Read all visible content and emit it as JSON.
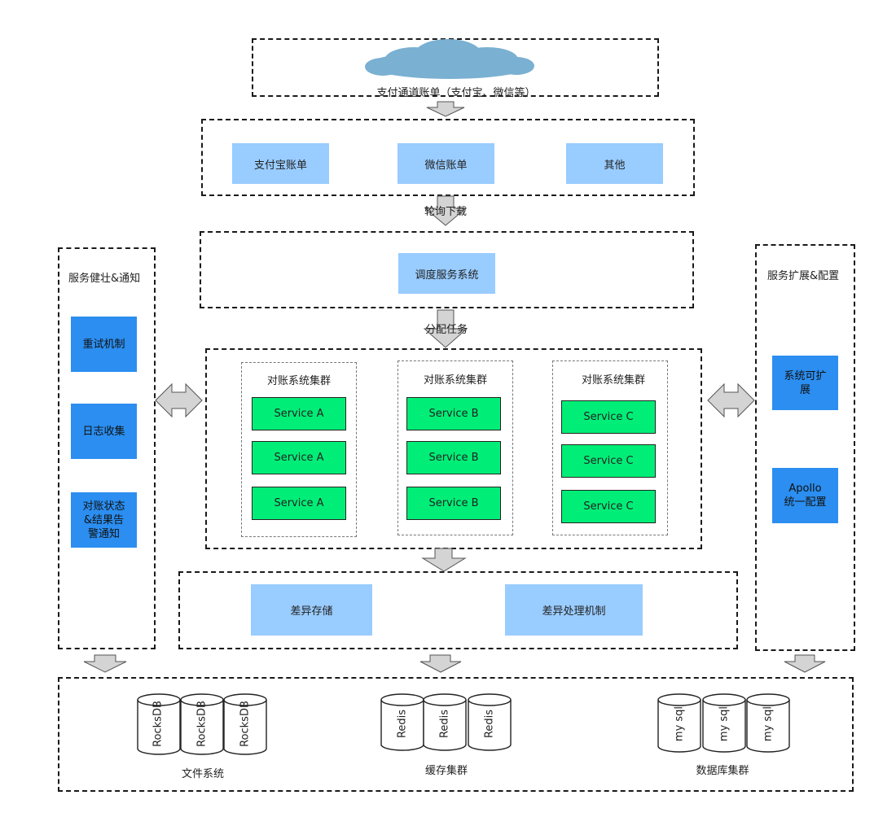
{
  "top": {
    "channel_label": "支付通道账单（支付宝、微信等）"
  },
  "bills": {
    "items": [
      "支付宝账单",
      "微信账单",
      "其他"
    ]
  },
  "flow_labels": {
    "poll_download": "轮询下载",
    "assign_tasks": "分配任务"
  },
  "scheduler": {
    "label": "调度服务系统"
  },
  "clusters": [
    {
      "title": "对账系统集群",
      "services": [
        "Service A",
        "Service A",
        "Service A"
      ]
    },
    {
      "title": "对账系统集群",
      "services": [
        "Service B",
        "Service B",
        "Service B"
      ]
    },
    {
      "title": "对账系统集群",
      "services": [
        "Service C",
        "Service C",
        "Service C"
      ]
    }
  ],
  "left_panel": {
    "title": "服务健壮&通知",
    "items": [
      "重试机制",
      "日志收集",
      "对账状态\n&结果告\n警通知"
    ]
  },
  "right_panel": {
    "title": "服务扩展&配置",
    "items": [
      "系统可扩\n展",
      "Apollo\n统一配置"
    ]
  },
  "diff": {
    "items": [
      "差异存储",
      "差异处理机制"
    ]
  },
  "storage": {
    "groups": [
      {
        "name": "文件系统",
        "dbs": [
          "RocksDB",
          "RocksDB",
          "RocksDB"
        ]
      },
      {
        "name": "缓存集群",
        "dbs": [
          "Redis",
          "Redis",
          "Redis"
        ]
      },
      {
        "name": "数据库集群",
        "dbs": [
          "my sql",
          "my sql",
          "my sql"
        ]
      }
    ]
  },
  "colors": {
    "light_blue": "#99ccff",
    "dark_blue": "#2b8ef0",
    "service_green": "#00ee77",
    "cloud": "#7ab0d2",
    "arrow": "#d4d4d4"
  }
}
